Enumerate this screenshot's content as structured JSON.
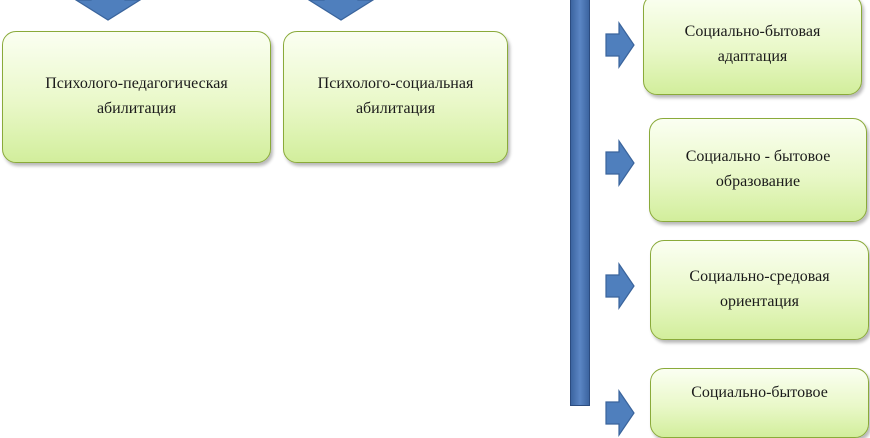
{
  "top_boxes": [
    {
      "label": "Психолого-педагогическая\nабилитация"
    },
    {
      "label": "Психолого-социальная\nабилитация"
    }
  ],
  "right_boxes": [
    {
      "label": "Социально-бытовая\nадаптация"
    },
    {
      "label": "Социально - бытовое\nобразование"
    },
    {
      "label": "Социально-средовая\nориентация"
    },
    {
      "label": "Социально-бытовое"
    }
  ],
  "colors": {
    "box_fill": "#e9f8c8",
    "box_border": "#8aaa3a",
    "arrow_fill": "#4f7fbd",
    "bar_fill": "#4a72b0"
  }
}
